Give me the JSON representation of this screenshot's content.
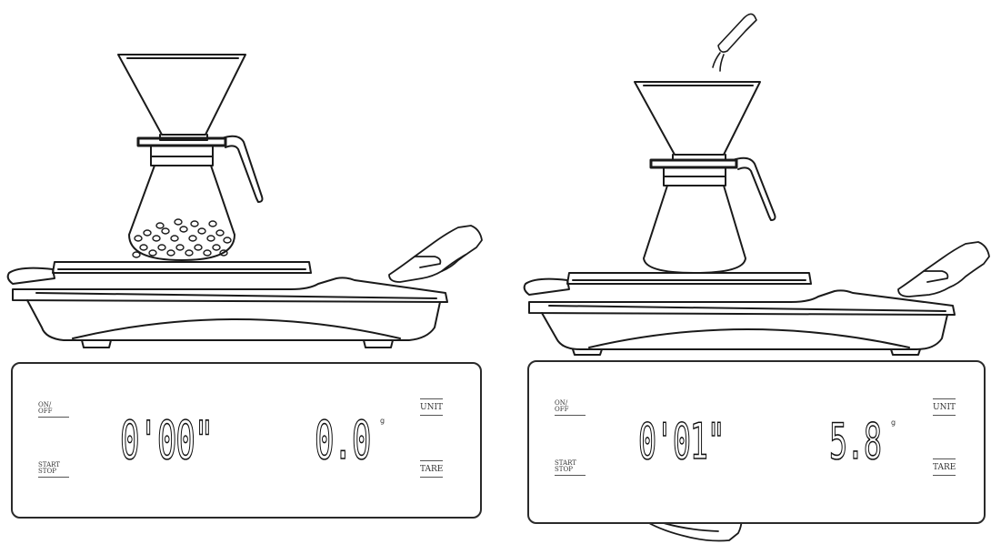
{
  "scenes": [
    {
      "buttons": {
        "power": "ON/\nOFF",
        "start_stop": "START\nSTOP",
        "unit": "UNIT",
        "tare": "TARE"
      },
      "timer": "0'00\"",
      "weight": "0.0",
      "weight_unit": "g"
    },
    {
      "buttons": {
        "power": "ON/\nOFF",
        "start_stop": "START\nSTOP",
        "unit": "UNIT",
        "tare": "TARE"
      },
      "timer": "0'01\"",
      "weight": "5.8",
      "weight_unit": "g"
    }
  ],
  "colors": {
    "line": "#1a1a1a",
    "background": "#ffffff"
  }
}
